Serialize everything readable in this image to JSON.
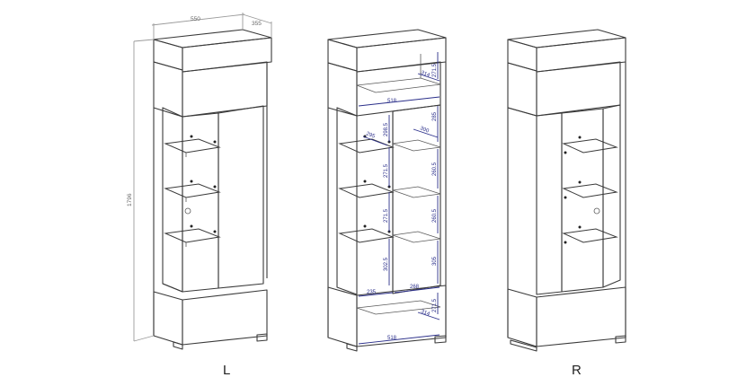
{
  "labels": {
    "left": "L",
    "right": "R"
  },
  "dimensions_left": {
    "width": "550",
    "depth": "355",
    "height": "1796"
  },
  "dimensions_middle": {
    "top_depth": "314",
    "top_gap": "271.5",
    "inner_width": "518",
    "shelf_gap_1": "285",
    "shelf_depth": "300",
    "shelf_gap_2": "260.5",
    "shelf_gap_3": "260.5",
    "shelf_gap_4": "305",
    "glass_depth": "295",
    "glass_gap_1": "298.5",
    "glass_gap_2": "271.5",
    "glass_gap_3": "271.5",
    "glass_gap_4": "302.5",
    "bottom_left": "235",
    "bottom_right": "268",
    "bottom_gap": "271.5",
    "bottom_depth": "314",
    "bottom_width": "518"
  },
  "colors": {
    "line": "#3a3a3a",
    "dimension": "#2b2f8a",
    "background": "#ffffff"
  }
}
